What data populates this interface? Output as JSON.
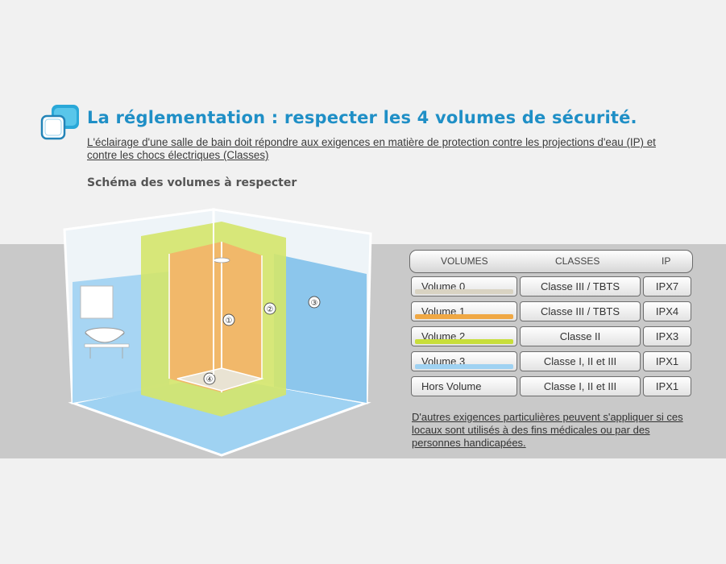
{
  "header": {
    "title": "La réglementation : respecter les 4 volumes de sécurité.",
    "intro": "L'éclairage d'une salle de bain doit répondre aux exigences en matière de protection contre les projections d'eau (IP) et contre les chocs électriques (Classes)",
    "subtitle": "Schéma des volumes à respecter"
  },
  "diagram": {
    "zone_labels": [
      "①",
      "②",
      "③",
      "④"
    ],
    "colors": {
      "volume0": "#e9e3d3",
      "volume1": "#f1b86a",
      "volume2": "#d4e66a",
      "volume3": "#8cc6ec",
      "hors": "#ffffff"
    }
  },
  "table": {
    "headers": {
      "volumes": "VOLUMES",
      "classes": "CLASSES",
      "ip": "IP"
    },
    "rows": [
      {
        "volume": "Volume 0",
        "classe": "Classe III / TBTS",
        "ip": "IPX7",
        "color": "#d9d3c2"
      },
      {
        "volume": "Volume 1",
        "classe": "Classe III / TBTS",
        "ip": "IPX4",
        "color": "#f0a844"
      },
      {
        "volume": "Volume 2",
        "classe": "Classe II",
        "ip": "IPX3",
        "color": "#c8de3a"
      },
      {
        "volume": "Volume 3",
        "classe": "Classe I, II et III",
        "ip": "IPX1",
        "color": "#9fd2f2"
      },
      {
        "volume": "Hors Volume",
        "classe": "Classe I, II et III",
        "ip": "IPX1",
        "color": "#ffffff"
      }
    ]
  },
  "note": "D'autres exigences particulières peuvent s'appliquer si ces locaux sont utilisés à des fins médicales ou par des personnes handicapées."
}
